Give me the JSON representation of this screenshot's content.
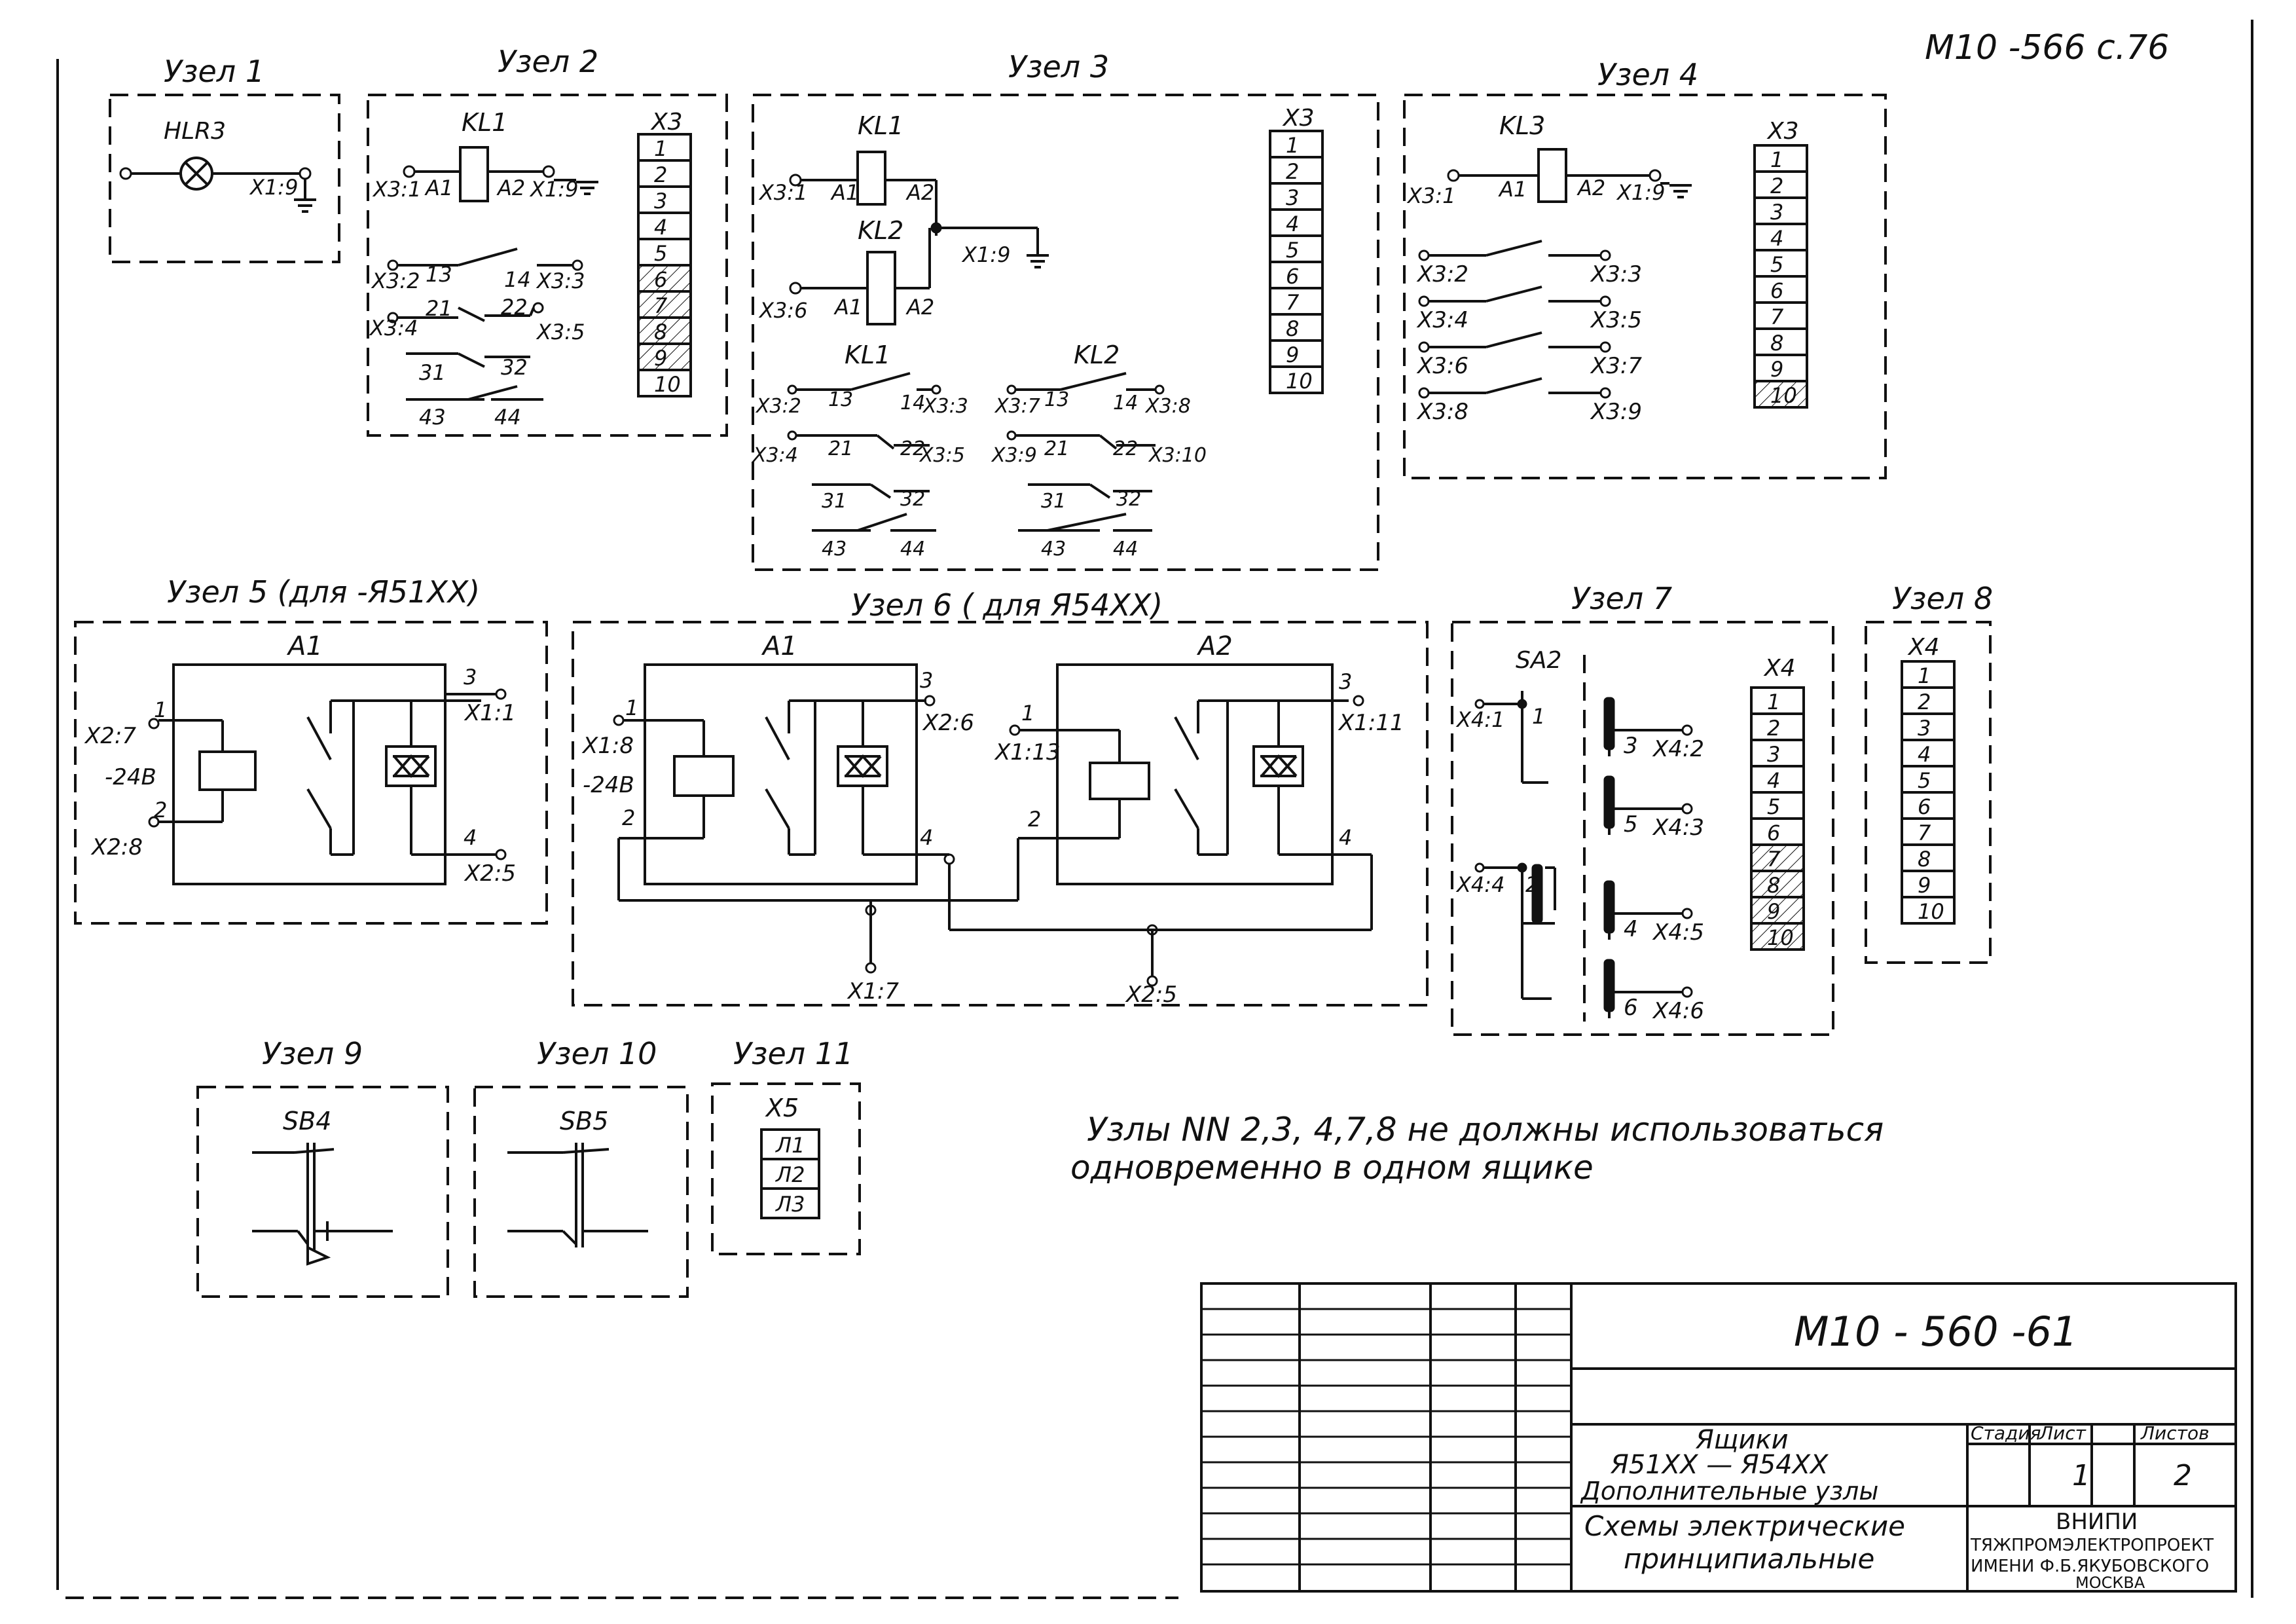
{
  "header": {
    "doc_ref": "М10 -566  с.76"
  },
  "nodes": {
    "n1": {
      "title": "Узел 1",
      "lamp": "HLR3",
      "terminal": "X1:9"
    },
    "n2": {
      "title": "Узел 2",
      "relay": "KL1",
      "coil_in": "X3:1",
      "a1": "A1",
      "a2": "A2",
      "coil_out": "X1:9",
      "c1": {
        "l": "X3:2",
        "a": "13",
        "b": "14",
        "r": "X3:3"
      },
      "c2": {
        "l": "X3:4",
        "a": "21",
        "b": "22",
        "r": "X3:5"
      },
      "c3": {
        "a": "31",
        "b": "32"
      },
      "c4": {
        "a": "43",
        "b": "44"
      },
      "strip": "X3"
    },
    "n3": {
      "title": "Узел 3",
      "relay1": "KL1",
      "relay2": "KL2",
      "coil1_in": "X3:1",
      "coil2_in": "X3:6",
      "a1": "A1",
      "a2": "A2",
      "common": "X1:9",
      "g1": {
        "title": "KL1",
        "c1l": "X3:2",
        "c1a": "13",
        "c1b": "14",
        "c1r": "X3:3",
        "c2l": "X3:4",
        "c2a": "21",
        "c2b": "22",
        "c2r": "X3:5",
        "c3a": "31",
        "c3b": "32",
        "c4a": "43",
        "c4b": "44"
      },
      "g2": {
        "title": "KL2",
        "c1l": "X3:7",
        "c1a": "13",
        "c1b": "14",
        "c1r": "X3:8",
        "c2l": "X3:9",
        "c2a": "21",
        "c2b": "22",
        "c2r": "X3:10",
        "c3a": "31",
        "c3b": "32",
        "c4a": "43",
        "c4b": "44"
      },
      "strip": "X3"
    },
    "n4": {
      "title": "Узел 4",
      "relay": "KL3",
      "coil_in": "X3:1",
      "a1": "A1",
      "a2": "A2",
      "coil_out": "X1:9",
      "pairs": [
        [
          "X3:2",
          "X3:3"
        ],
        [
          "X3:4",
          "X3:5"
        ],
        [
          "X3:6",
          "X3:7"
        ],
        [
          "X3:8",
          "X3:9"
        ]
      ],
      "strip": "X3"
    },
    "n5": {
      "title": "Узел 5 (для -Я51ХХ)",
      "block": "A1",
      "t1": "X2:7",
      "p1": "1",
      "volt": "-24В",
      "p2": "2",
      "t2": "X2:8",
      "p3": "3",
      "t3": "X1:1",
      "p4": "4",
      "t4": "X2:5"
    },
    "n6": {
      "title": "Узел 6 ( для Я54ХХ)",
      "block1": "A1",
      "block2": "A2",
      "t1": "X1:8",
      "volt": "-24В",
      "t3": "X2:6",
      "t13": "X1:13",
      "t11": "X1:11",
      "t7": "X1:7",
      "t5": "X2:5",
      "p1": "1",
      "p2": "2",
      "p3": "3",
      "p4": "4"
    },
    "n7": {
      "title": "Узел 7",
      "switch": "SA2",
      "t1": "X4:1",
      "t4": "X4:4",
      "p1": "1",
      "p2": "2",
      "outs": [
        {
          "p": "3",
          "t": "X4:2"
        },
        {
          "p": "5",
          "t": "X4:3"
        },
        {
          "p": "4",
          "t": "X4:5"
        },
        {
          "p": "6",
          "t": "X4:6"
        }
      ],
      "strip": "X4"
    },
    "n8": {
      "title": "Узел 8",
      "strip": "X4"
    },
    "n9": {
      "title": "Узел 9",
      "button": "SB4"
    },
    "n10": {
      "title": "Узел 10",
      "button": "SB5"
    },
    "n11": {
      "title": "Узел 11",
      "strip": "X5",
      "cells": [
        "Л1",
        "Л2",
        "Л3"
      ]
    }
  },
  "strip_numbers": [
    "1",
    "2",
    "3",
    "4",
    "5",
    "6",
    "7",
    "8",
    "9",
    "10"
  ],
  "note": {
    "line1": "Узлы  NN 2,3, 4,7,8  не должны использоваться",
    "line2": "одновременно  в  одном  ящике"
  },
  "title_block": {
    "code": "М10 - 560 -61",
    "name1": "Ящики",
    "name2": "Я51ХХ  —  Я54ХХ",
    "name3": "Дополнительные узлы",
    "desc1": "Схемы электрические",
    "desc2": "принципиальные",
    "stage_label": "Стадия",
    "sheet_label": "Лист",
    "sheets_label": "Листов",
    "sheet": "1",
    "sheets": "2",
    "org1": "ВНИПИ",
    "org2": "ТЯЖПРОМЭЛЕКТРОПРОЕКТ",
    "org3": "ИМЕНИ Ф.Б.ЯКУБОВСКОГО",
    "org4": "МОСКВА"
  }
}
